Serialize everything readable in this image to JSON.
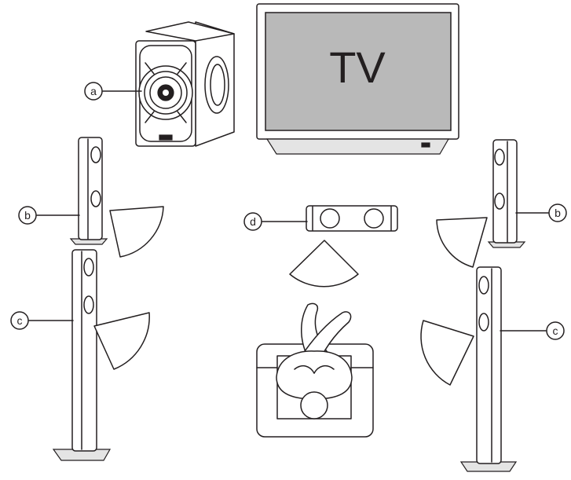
{
  "tv": {
    "label": "TV"
  },
  "callouts": {
    "subwoofer": "a",
    "front_left": "b",
    "front_right": "b",
    "center": "d",
    "rear_left": "c",
    "rear_right": "c"
  },
  "colors": {
    "line": "#231f20",
    "screen": "#b9b9b9",
    "background": "#ffffff"
  }
}
